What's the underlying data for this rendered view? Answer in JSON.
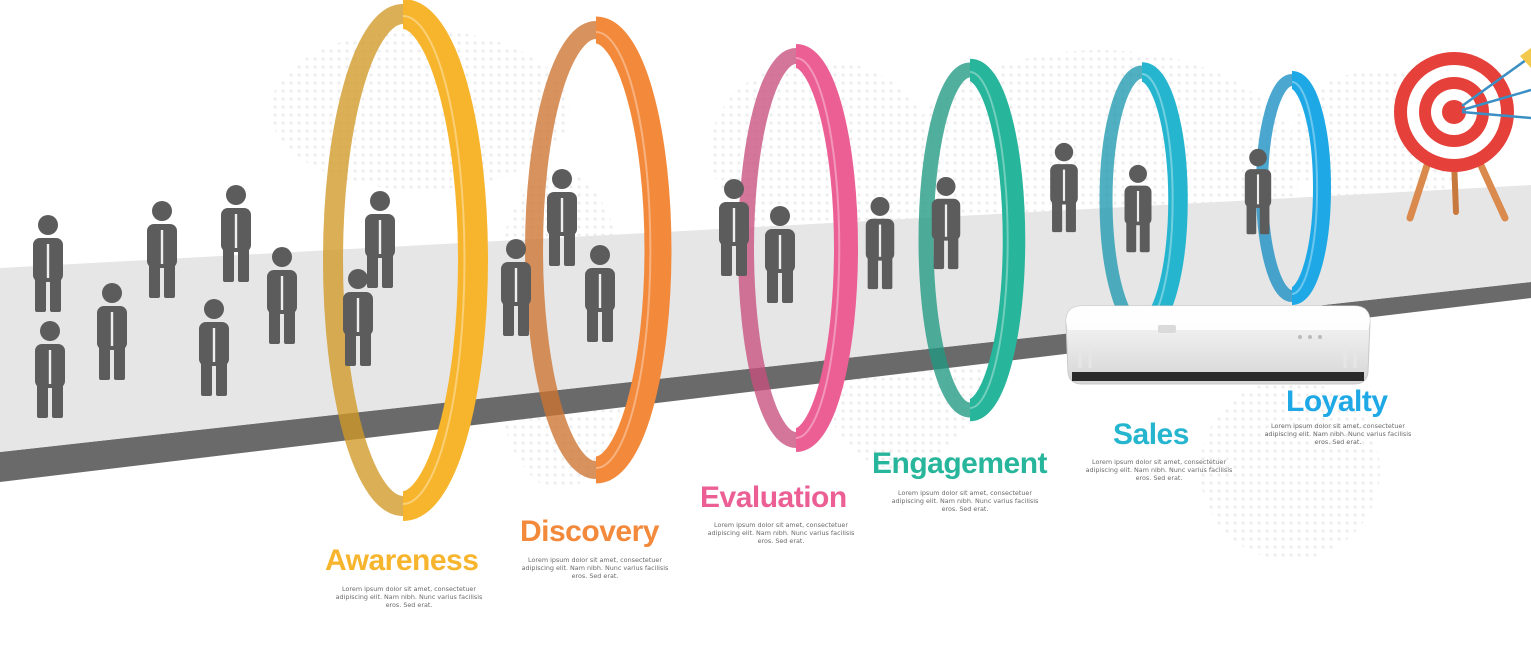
{
  "stages": [
    {
      "title": "Awareness",
      "color": "#f7b52d",
      "description": "Lorem ipsum dolor sit amet, consectetuer adipiscing elit. Nam nibh. Nunc varius facilisis eros. Sed erat."
    },
    {
      "title": "Discovery",
      "color": "#f3893b",
      "description": "Lorem ipsum dolor sit amet, consectetuer adipiscing elit. Nam nibh. Nunc varius facilisis eros. Sed erat."
    },
    {
      "title": "Evaluation",
      "color": "#ec5f95",
      "description": "Lorem ipsum dolor sit amet, consectetuer adipiscing elit. Nam nibh. Nunc varius facilisis eros. Sed erat."
    },
    {
      "title": "Engagement",
      "color": "#27b59b",
      "description": "Lorem ipsum dolor sit amet, consectetuer adipiscing elit. Nam nibh. Nunc varius facilisis eros. Sed erat."
    },
    {
      "title": "Sales",
      "color": "#26b5cf",
      "description": "Lorem ipsum dolor sit amet, consectetuer adipiscing elit. Nam nibh. Nunc varius facilisis eros. Sed erat."
    },
    {
      "title": "Loyalty",
      "color": "#1ea9e6",
      "description": "Lorem ipsum dolor sit amet, consectetuer adipiscing elit. Nam nibh. Nunc varius facilisis eros. Sed erat."
    }
  ],
  "colors": {
    "person": "#5c5c5c",
    "road_top": "#e6e6e6",
    "road_side": "#666666",
    "map_dots": "#ececec",
    "target_red": "#e5413a",
    "target_stand": "#d98a4c"
  },
  "icons": [
    "person-icon",
    "target-icon",
    "projector-icon",
    "world-map-dots"
  ]
}
